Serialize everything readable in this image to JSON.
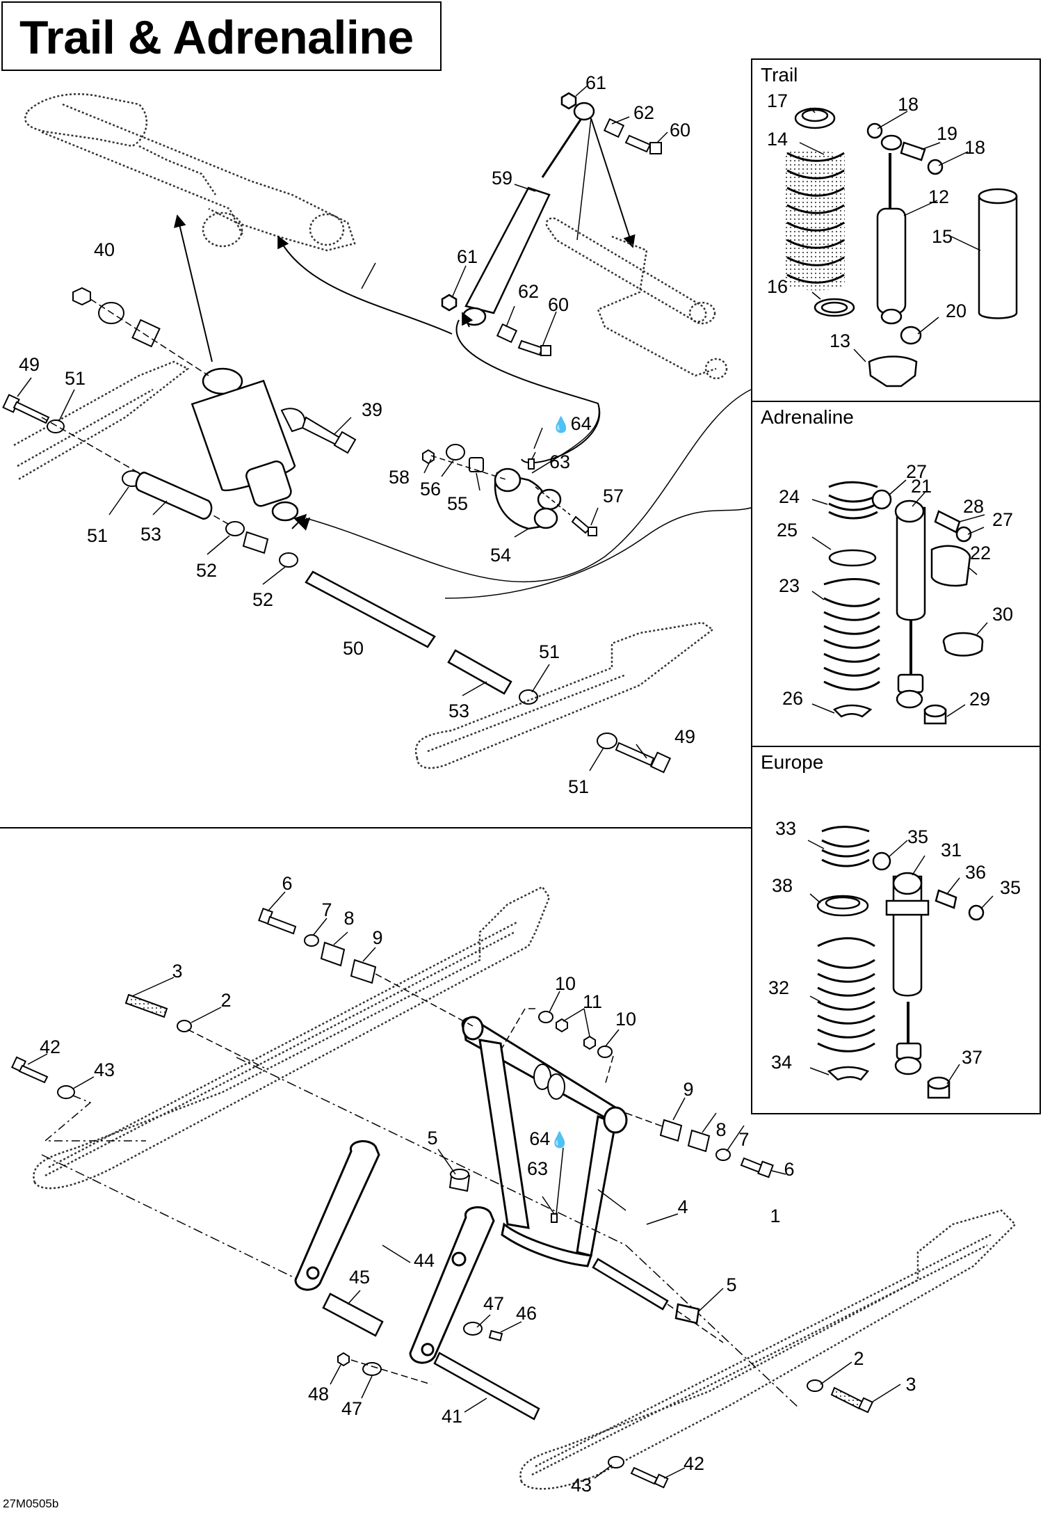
{
  "title": "Trail & Adrenaline",
  "insets": [
    {
      "id": "trail",
      "label": "Trail"
    },
    {
      "id": "adrenaline",
      "label": "Adrenaline"
    },
    {
      "id": "europe",
      "label": "Europe"
    }
  ],
  "drawing_code": "27M0505b",
  "drop_icon": "oil-drop-icon",
  "callouts": [
    {
      "n": "1"
    },
    {
      "n": "2"
    },
    {
      "n": "2"
    },
    {
      "n": "3"
    },
    {
      "n": "3"
    },
    {
      "n": "4"
    },
    {
      "n": "5"
    },
    {
      "n": "5"
    },
    {
      "n": "6"
    },
    {
      "n": "6"
    },
    {
      "n": "7"
    },
    {
      "n": "7"
    },
    {
      "n": "8"
    },
    {
      "n": "8"
    },
    {
      "n": "9"
    },
    {
      "n": "9"
    },
    {
      "n": "10"
    },
    {
      "n": "10"
    },
    {
      "n": "11"
    },
    {
      "n": "12"
    },
    {
      "n": "13"
    },
    {
      "n": "14"
    },
    {
      "n": "15"
    },
    {
      "n": "16"
    },
    {
      "n": "17"
    },
    {
      "n": "18"
    },
    {
      "n": "18"
    },
    {
      "n": "19"
    },
    {
      "n": "20"
    },
    {
      "n": "21"
    },
    {
      "n": "22"
    },
    {
      "n": "23"
    },
    {
      "n": "24"
    },
    {
      "n": "25"
    },
    {
      "n": "26"
    },
    {
      "n": "27"
    },
    {
      "n": "27"
    },
    {
      "n": "28"
    },
    {
      "n": "29"
    },
    {
      "n": "30"
    },
    {
      "n": "31"
    },
    {
      "n": "32"
    },
    {
      "n": "33"
    },
    {
      "n": "34"
    },
    {
      "n": "35"
    },
    {
      "n": "35"
    },
    {
      "n": "36"
    },
    {
      "n": "37"
    },
    {
      "n": "38"
    },
    {
      "n": "39"
    },
    {
      "n": "40"
    },
    {
      "n": "41"
    },
    {
      "n": "42"
    },
    {
      "n": "42"
    },
    {
      "n": "43"
    },
    {
      "n": "43"
    },
    {
      "n": "44"
    },
    {
      "n": "45"
    },
    {
      "n": "46"
    },
    {
      "n": "47"
    },
    {
      "n": "47"
    },
    {
      "n": "48"
    },
    {
      "n": "49"
    },
    {
      "n": "49"
    },
    {
      "n": "50"
    },
    {
      "n": "51"
    },
    {
      "n": "51"
    },
    {
      "n": "51"
    },
    {
      "n": "51"
    },
    {
      "n": "52"
    },
    {
      "n": "52"
    },
    {
      "n": "53"
    },
    {
      "n": "53"
    },
    {
      "n": "54"
    },
    {
      "n": "55"
    },
    {
      "n": "56"
    },
    {
      "n": "57"
    },
    {
      "n": "58"
    },
    {
      "n": "59"
    },
    {
      "n": "60"
    },
    {
      "n": "60"
    },
    {
      "n": "61"
    },
    {
      "n": "61"
    },
    {
      "n": "62"
    },
    {
      "n": "62"
    },
    {
      "n": "63"
    },
    {
      "n": "63"
    },
    {
      "n": "64"
    },
    {
      "n": "64"
    }
  ]
}
